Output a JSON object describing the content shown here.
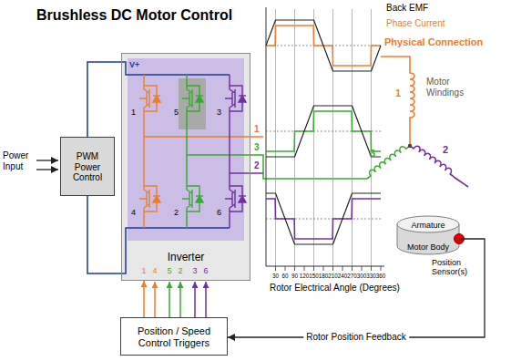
{
  "diagram": {
    "title": "Brushless DC Motor Control",
    "nodes": [
      {
        "text": [
          "PWM Power Control"
        ]
      },
      {
        "text": [
          "Inverter"
        ]
      },
      {
        "text": [
          "Position / Speed Control Triggers"
        ]
      },
      {
        "text": [
          "Armature",
          "Motor Body"
        ]
      }
    ],
    "edges": [
      {
        "from": 0,
        "to": 1,
        "arrow": "none"
      },
      {
        "from": 2,
        "to": 1,
        "arrow": "to"
      },
      {
        "from": 3,
        "to": 2,
        "label": "Rotor Position Feedback",
        "arrow": "to"
      }
    ],
    "labels": [
      "Power Input",
      "V+",
      "1",
      "5",
      "3",
      "4",
      "2",
      "6",
      "Back EMF",
      "Phase Current",
      "Physical Connection",
      "1",
      "3",
      "2",
      "1",
      "3",
      "2",
      "Motor Windings",
      "Position Sensor(s)",
      "30",
      "60",
      "90",
      "120",
      "150",
      "180",
      "210",
      "240",
      "270",
      "300",
      "330",
      "360",
      "Rotor Electrical Angle (Degrees)",
      "1",
      "4",
      "5",
      "2",
      "3",
      "6"
    ]
  }
}
